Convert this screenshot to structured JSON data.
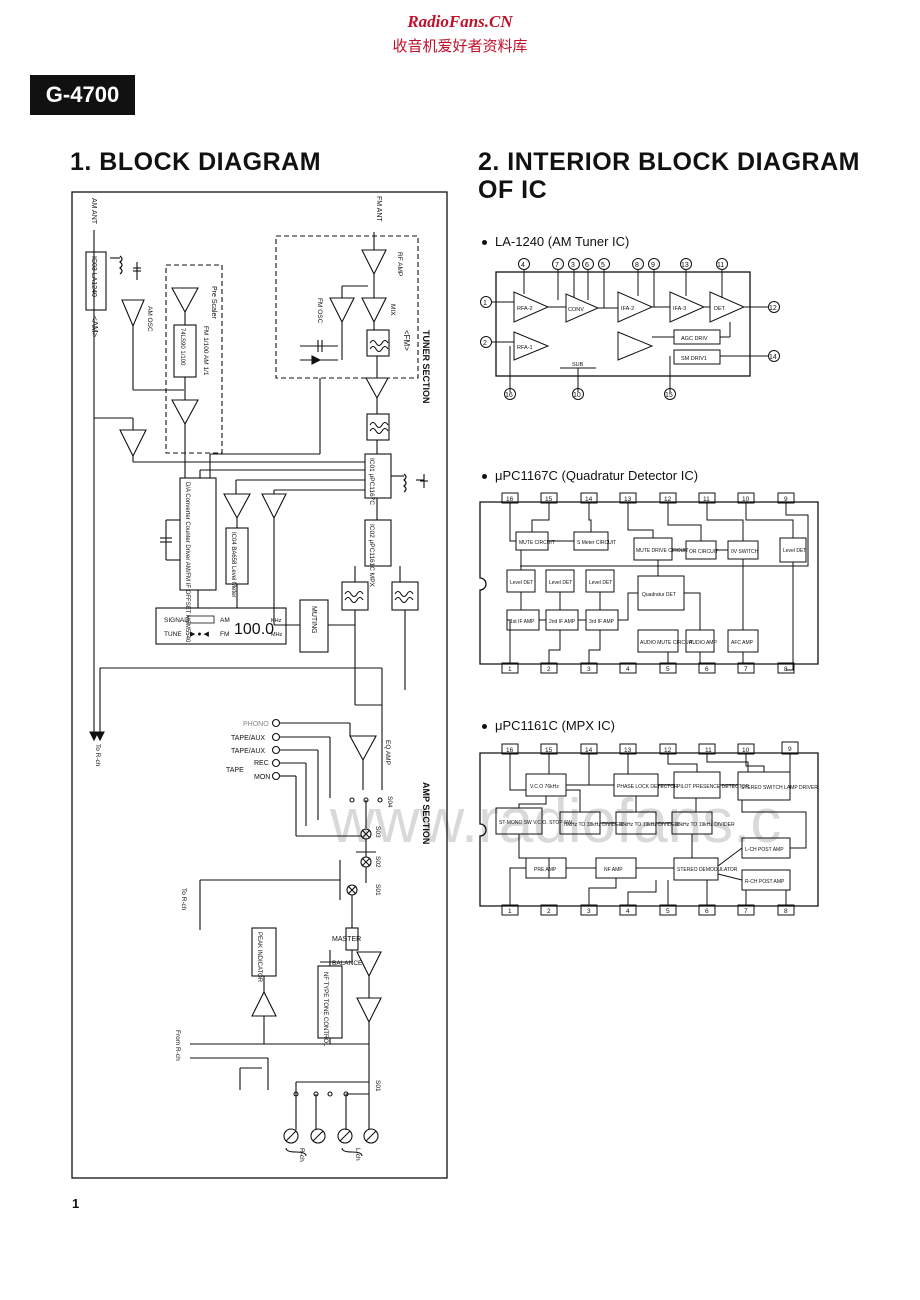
{
  "watermark": {
    "site": "RadioFans.CN",
    "cn": "收音机爱好者资料库",
    "overlay": "www.radiofans.c"
  },
  "model": "G-4700",
  "section1_title": "1. BLOCK DIAGRAM",
  "section2_title": "2. INTERIOR BLOCK DIAGRAM OF IC",
  "page_number": "1",
  "block_diagram": {
    "am_ant": "AM ANT",
    "fm_ant": "FM ANT",
    "ic03": "IC03 LA1240",
    "am_tag": "<AM>",
    "fm_tag": "<FM>",
    "am_osc": "AM OSC",
    "rf_amp": "RF AMP",
    "fm_osc": "FM OSC",
    "mix": "MIX",
    "pre_scaler": "Pre Scaler",
    "divide": "FM 1/100  AM 1/1",
    "ls390": "74LS90 1/100",
    "tuner_section": "TUNER SECTION",
    "ic01": "IC01 μPC1167C",
    "ic02": "IC02 μPC1161C MPX",
    "da": "D/A Converter Counter Driver AM/FM IF OFFSET MSM5540",
    "ic04": "IC04 BA658 Level Meter",
    "muting": "MUTING",
    "display_signal": "SIGNAL",
    "display_tune": "TUNE",
    "display_am": "AM",
    "display_fm": "FM",
    "display_freq": "100.0",
    "display_khz": "KHz",
    "display_mhz": "MHz",
    "to_rch_top": "To R-ch",
    "phono": "PHONO",
    "tape_aux1": "TAPE/AUX",
    "tape_aux2": "TAPE/AUX",
    "rec": "REC",
    "tape": "TAPE",
    "mon": "MON",
    "eq_amp": "EQ AMP",
    "amp_section": "AMP SECTION",
    "s04": "S04",
    "s03": "S03",
    "s02": "S02",
    "s01a": "S01",
    "s01b": "S01",
    "to_rch_mid": "To R-ch",
    "master": "MASTER",
    "balance": "BALANCE",
    "peak": "PEAK INDICATOR",
    "tone": "NF TYPE TONE CONTROL",
    "from_rch": "From R-ch",
    "rch": "R-ch",
    "lch": "L-ch"
  },
  "la1240": {
    "title": "LA-1240 (AM Tuner IC)",
    "blocks": [
      "RFA-2",
      "CONV",
      "IFA-2",
      "IFA-3",
      "DET",
      "RFA-1",
      "AGC DRIV",
      "SM DRIV1"
    ],
    "sub": "SUB",
    "pins": [
      "1",
      "2",
      "4",
      "7",
      "3",
      "6",
      "5",
      "8",
      "9",
      "13",
      "11",
      "12",
      "14",
      "16",
      "10",
      "15"
    ]
  },
  "upc1167": {
    "title": "μPC1167C (Quadratur Detector IC)",
    "top_pins": [
      "16",
      "15",
      "14",
      "13",
      "12",
      "11",
      "10",
      "9"
    ],
    "bottom_pins": [
      "1",
      "2",
      "3",
      "4",
      "5",
      "6",
      "7",
      "8"
    ],
    "blocks": [
      "MUTE CIRCUIT",
      "S Meter CIRCUIT",
      "MUTE DRIVE CIRCUIT",
      "OR CIRCUIT",
      "0V SWITCH",
      "Level DET",
      "Level DET",
      "Level DET",
      "Level DET",
      "Quadratur DET",
      "1st IF AMP",
      "2nd IF AMP",
      "3rd IF AMP",
      "AUDIO MUTE CIRCUIT",
      "AUDIO AMP",
      "AFC AMP"
    ]
  },
  "upc1161": {
    "title": "μPC1161C (MPX IC)",
    "top_pins": [
      "16",
      "15",
      "14",
      "13",
      "12",
      "11",
      "10",
      "9"
    ],
    "bottom_pins": [
      "1",
      "2",
      "3",
      "4",
      "5",
      "6",
      "7",
      "8"
    ],
    "blocks": [
      "V.C.O 76kHz",
      "PHASE LOCK DETECTOR",
      "PILOT PRESENCE DETECTOR",
      "STEREO SWITCH LAMP DRIVER",
      "ST-MONO SW V.C.O. STOP SW",
      "76kHz TO 38kHz DIVIDER",
      "38kHz TO 19kHz DIVIDER",
      "38kHz TO 19kHz DIVIDER",
      "L-CH POST AMP",
      "PRE AMP",
      "NF AMP",
      "STEREO DEMODULATOR",
      "R-CH POST AMP"
    ]
  }
}
